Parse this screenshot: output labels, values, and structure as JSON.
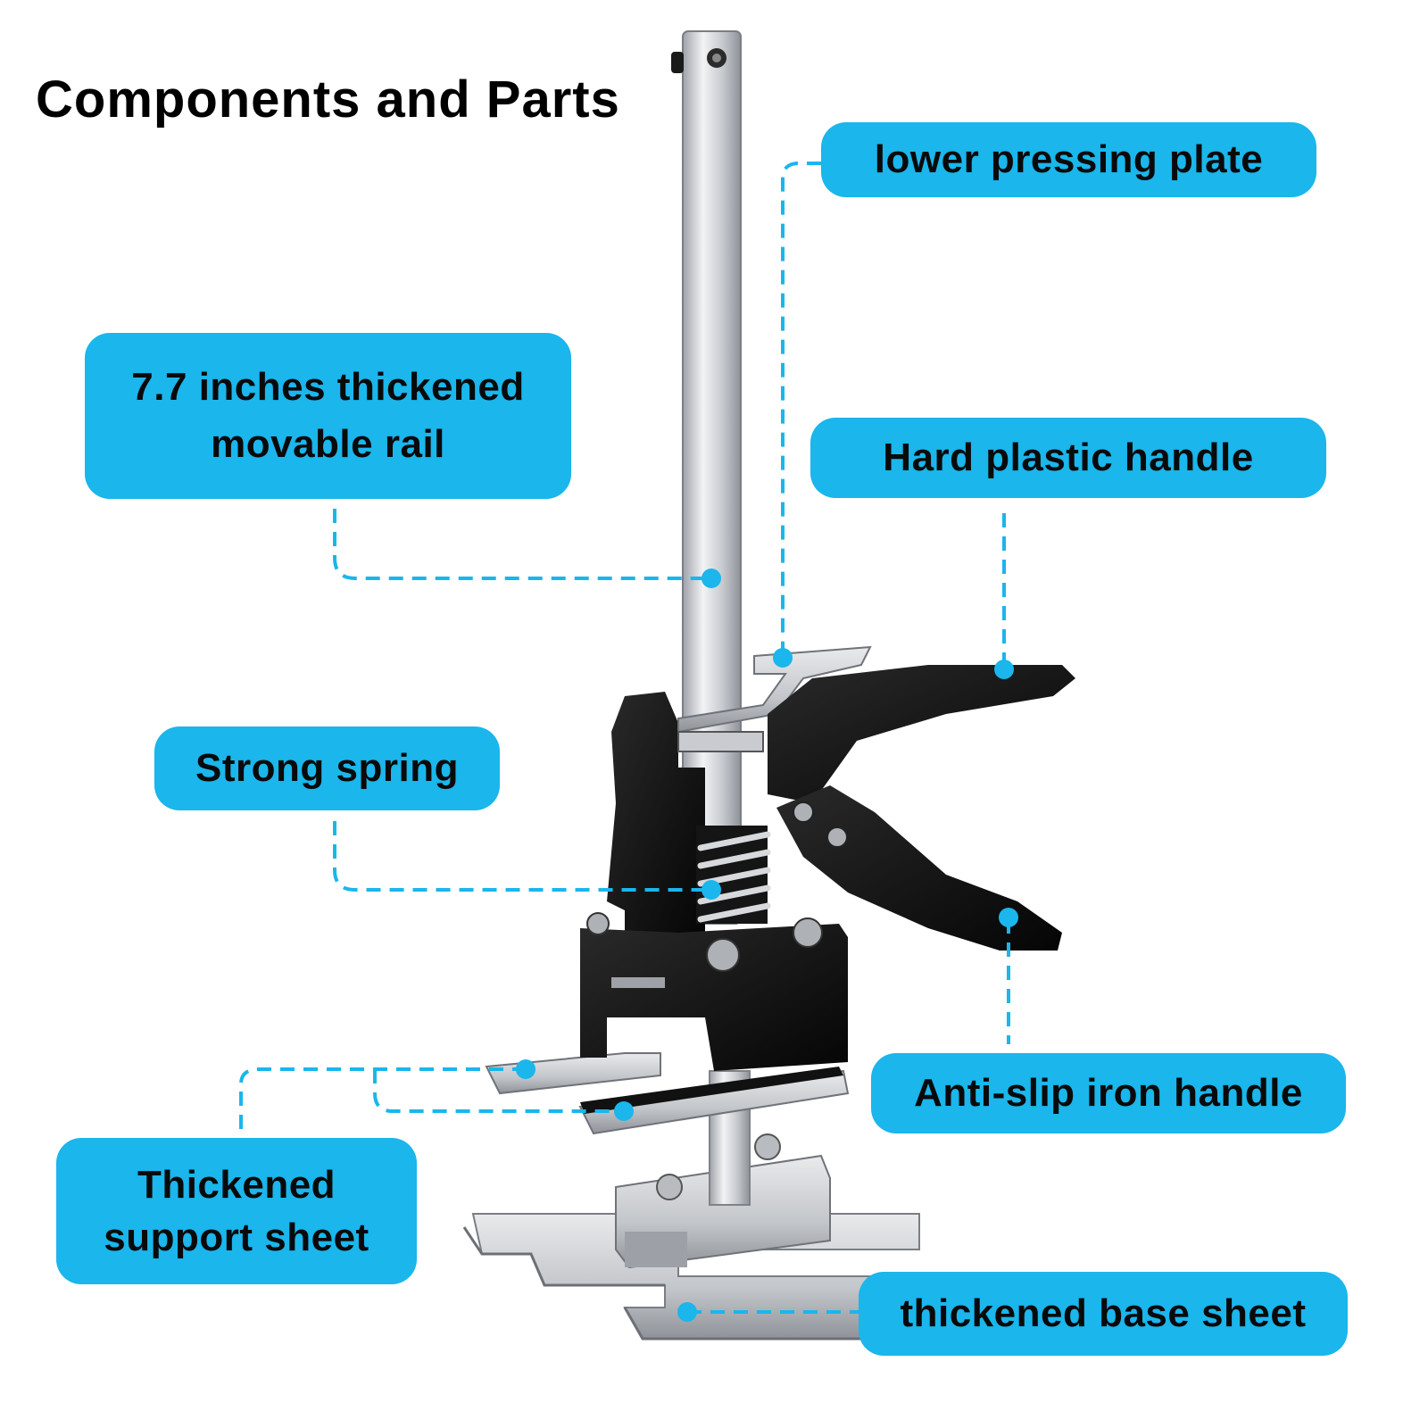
{
  "title": "Components and Parts",
  "labels": {
    "lower_pressing_plate": "lower pressing plate",
    "rail_line1": "7.7 inches thickened",
    "rail_line2": "movable rail",
    "plastic_handle": "Hard plastic handle",
    "spring": "Strong spring",
    "iron_handle": "Anti-slip iron handle",
    "support_line1": "Thickened",
    "support_line2": "support sheet",
    "base_sheet": "thickened base sheet"
  },
  "colors": {
    "callout": "#1ab6ec",
    "leader": "#1ab6ec",
    "tool_body": "#111111",
    "steel": "#c9ccd0"
  }
}
